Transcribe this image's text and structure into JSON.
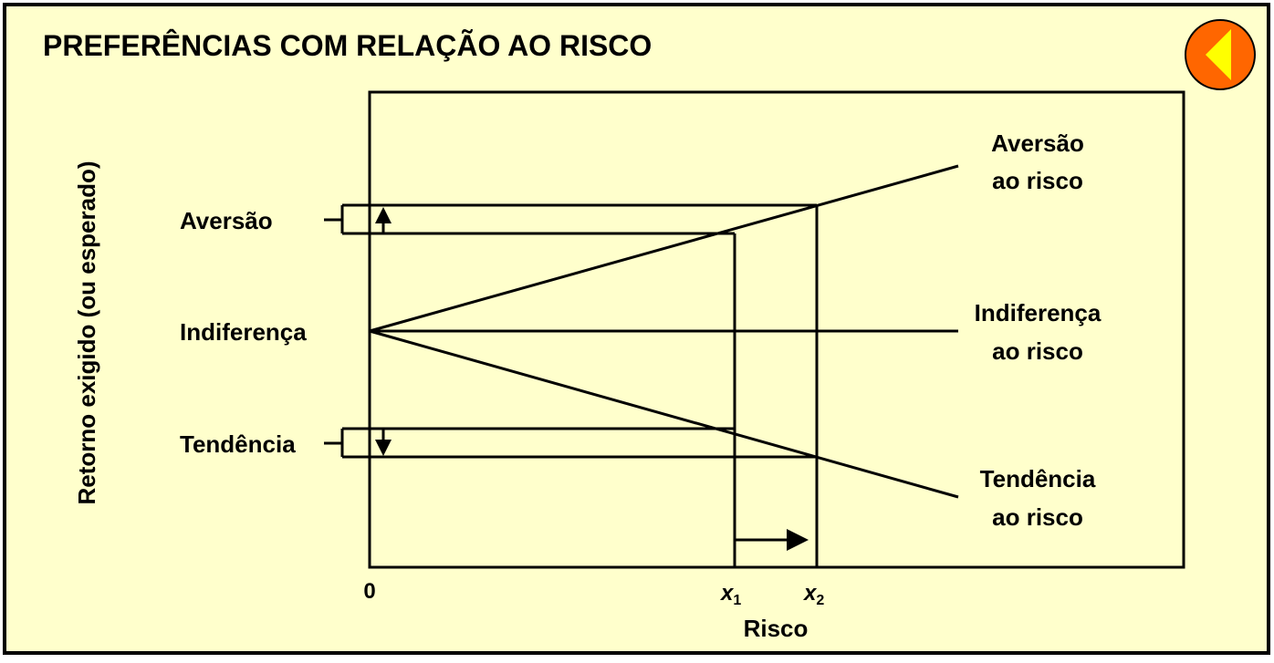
{
  "title": "PREFERÊNCIAS COM  RELAÇÃO AO RISCO",
  "back_button": {
    "icon": "triangle-left-icon",
    "fill": "#FF6600",
    "icon_color": "#FFFF00"
  },
  "colors": {
    "background": "#FFFFCC",
    "ink": "#000000"
  },
  "y_axis_label": "Retorno exigido (ou esperado)",
  "x_axis_label": "Risco",
  "x_ticks": {
    "origin": "0",
    "x1": "x",
    "x1_sub": "1",
    "x2": "x",
    "x2_sub": "2"
  },
  "left_labels": {
    "aversion": "Aversão",
    "indifference": "Indiferença",
    "tendency": "Tendência"
  },
  "line_labels": {
    "aversion": [
      "Aversão",
      "ao risco"
    ],
    "indifference": [
      "Indiferença",
      "ao risco"
    ],
    "tendency": [
      "Tendência",
      "ao risco"
    ]
  }
}
